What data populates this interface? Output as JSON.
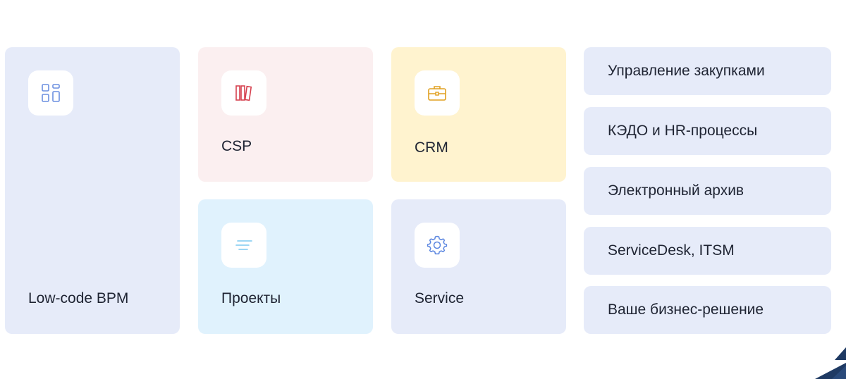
{
  "colors": {
    "bpm_bg": "#e6ebf9",
    "csp_bg": "#fbeff0",
    "crm_bg": "#fff3cf",
    "projects_bg": "#e0f2fd",
    "service_bg": "#e6ebf9",
    "list_bg": "#e6ebf9",
    "text": "#1f2433"
  },
  "cards": {
    "bpm": {
      "label": "Low-code BPM",
      "icon": "grid-icon"
    },
    "csp": {
      "label": "CSP",
      "icon": "books-icon"
    },
    "crm": {
      "label": "CRM",
      "icon": "briefcase-icon"
    },
    "projects": {
      "label": "Проекты",
      "icon": "lines-icon"
    },
    "service": {
      "label": "Service",
      "icon": "gear-icon"
    }
  },
  "solutions": [
    {
      "label": "Управление закупками"
    },
    {
      "label": "КЭДО и HR-процессы"
    },
    {
      "label": "Электронный архив"
    },
    {
      "label": "ServiceDesk, ITSM"
    },
    {
      "label": "Ваше бизнес-решение"
    }
  ]
}
